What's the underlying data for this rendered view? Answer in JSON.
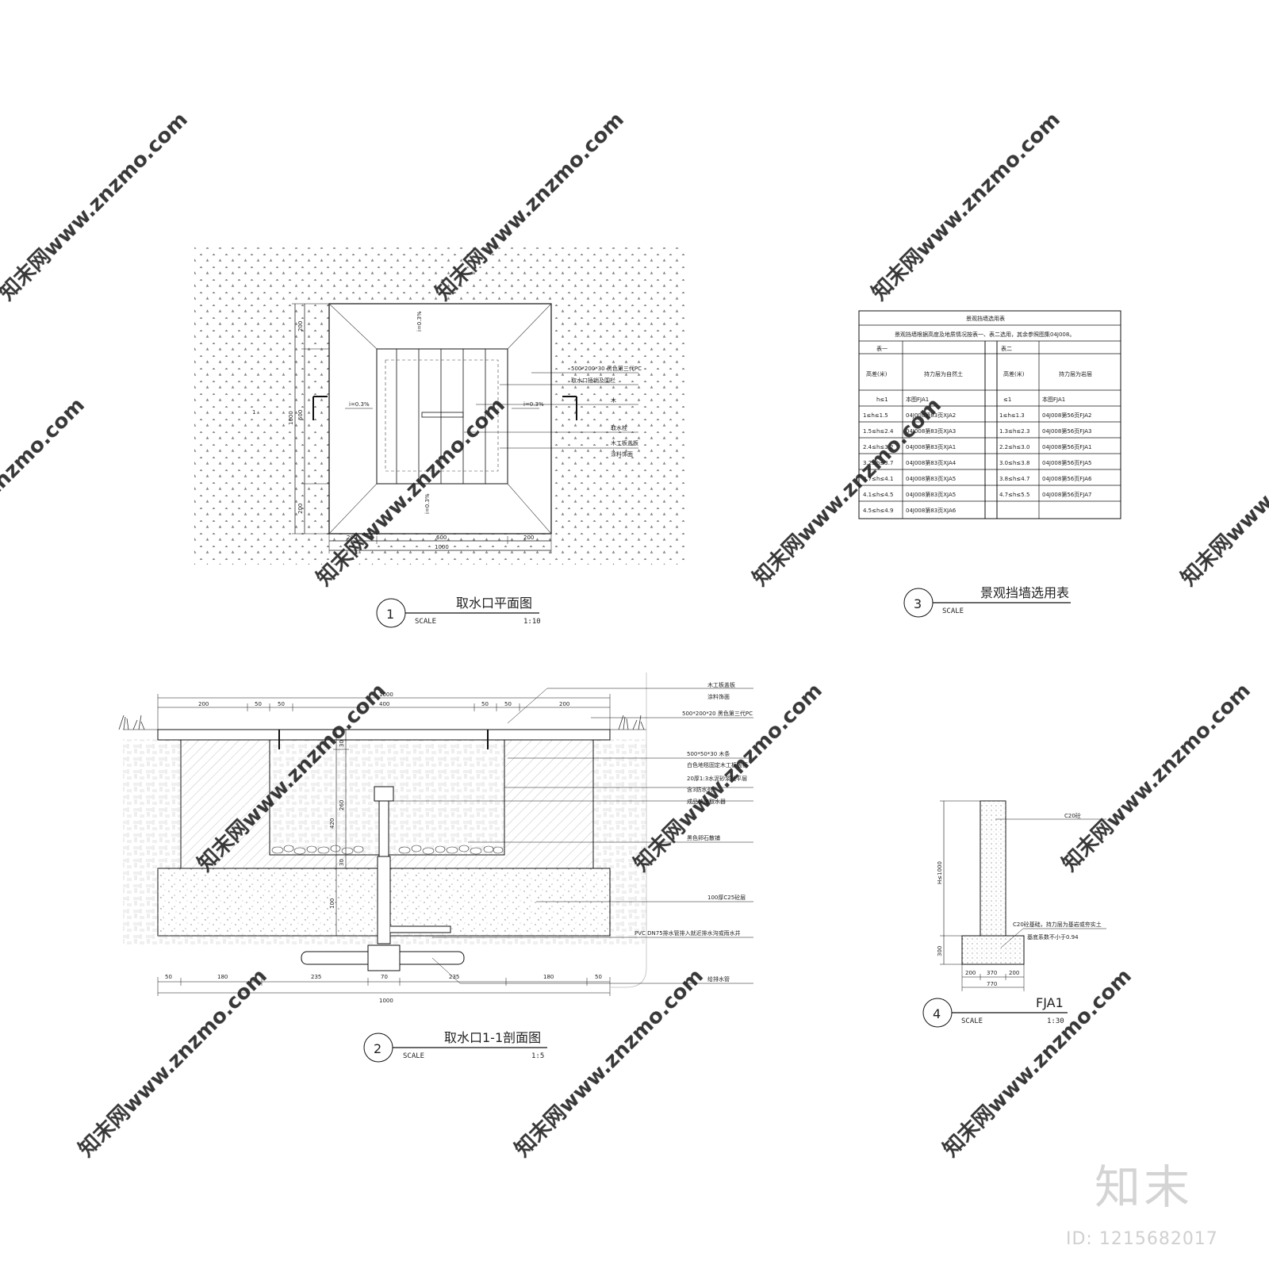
{
  "drawing1": {
    "number": "1",
    "title": "取水口平面图",
    "scale_label": "SCALE",
    "scale": "1:10",
    "slopes": [
      "i=0.3%",
      "i=0.3%",
      "i=0.3%",
      "i=0.3%"
    ],
    "dims_vertical": [
      "200",
      "600",
      "200"
    ],
    "dims_vertical_total": "1000",
    "dims_horizontal": [
      "200",
      "600",
      "200"
    ],
    "dims_horizontal_total": "1000",
    "section_mark": "1",
    "callouts": [
      "500*200*30 黑色第三代PC",
      "取水口插销及围栏",
      "木",
      "取水栓",
      "木工板盖板",
      "涂料饰面"
    ]
  },
  "drawing2": {
    "number": "2",
    "title": "取水口1-1剖面图",
    "scale_label": "SCALE",
    "scale": "1:5",
    "top_dims": [
      "200",
      "50",
      "50",
      "400",
      "50",
      "50",
      "200"
    ],
    "top_total": "1000",
    "bottom_dims": [
      "50",
      "180",
      "235",
      "70",
      "235",
      "180",
      "50"
    ],
    "bottom_total": "1000",
    "vert_dims": [
      "30",
      "260",
      "420",
      "30",
      "100"
    ],
    "callouts": [
      "木工板盖板",
      "涂料饰面",
      "500*200*20 黑色第三代PC",
      "500*50*30 木条",
      "白色地毯固定木工板盖板",
      "20厚1:3水泥砂浆找平层",
      "含3防水剂",
      "成品快速取水器",
      "黑色卵石散铺",
      "100厚C25砼层",
      "PVC DN75排水管排入就近排水沟或雨水井",
      "给排水管"
    ]
  },
  "drawing3": {
    "number": "3",
    "title": "景观挡墙选用表",
    "scale_label": "SCALE",
    "table_title": "景观挡墙选用表",
    "table_note": "景观挡墙根据高度及地质情况按表一、表二选用，其余参照图集04J008。",
    "table1": {
      "label": "表一",
      "headers": [
        "高差(米)",
        "持力层为自然土"
      ],
      "rows": [
        [
          "h≤1",
          "本图FJA1"
        ],
        [
          "1≤h≤1.5",
          "04J008第83页XJA2"
        ],
        [
          "1.5≤h≤2.4",
          "04J008第83页XJA3"
        ],
        [
          "2.4≤h≤3.2",
          "04J008第83页XJA1"
        ],
        [
          "3.2≤h≤3.7",
          "04J008第83页XJA4"
        ],
        [
          "3.7≤h≤4.1",
          "04J008第83页XJA5"
        ],
        [
          "4.1≤h≤4.5",
          "04J008第83页XJA5"
        ],
        [
          "4.5≤h≤4.9",
          "04J008第83页XJA6"
        ]
      ]
    },
    "table2": {
      "label": "表二",
      "headers": [
        "高差(米)",
        "持力层为岩层"
      ],
      "rows": [
        [
          "≤1",
          "本图FJA1"
        ],
        [
          "1≤h≤1.3",
          "04J008第56页FJA2"
        ],
        [
          "1.3≤h≤2.3",
          "04J008第56页FJA3"
        ],
        [
          "2.2≤h≤3.0",
          "04J008第56页FJA1"
        ],
        [
          "3.0≤h≤3.8",
          "04J008第56页FJA5"
        ],
        [
          "3.8≤h≤4.7",
          "04J008第56页FJA6"
        ],
        [
          "4.7≤h≤5.5",
          "04J008第56页FJA7"
        ],
        [
          "",
          ""
        ]
      ]
    }
  },
  "drawing4": {
    "number": "4",
    "title": "FJA1",
    "scale_label": "SCALE",
    "scale": "1:30",
    "callouts": [
      "C20砼",
      "C20砼基础，持力层为基岩或夯实土",
      "基底系数不小于0.94"
    ],
    "dim_h": "H≤1000",
    "dim_base": "300",
    "dims_bottom": [
      "200",
      "370",
      "200"
    ],
    "dim_total": "770"
  },
  "watermark": {
    "text": "知末网www.znzmo.com",
    "brand": "知末",
    "id": "ID: 1215682017"
  }
}
